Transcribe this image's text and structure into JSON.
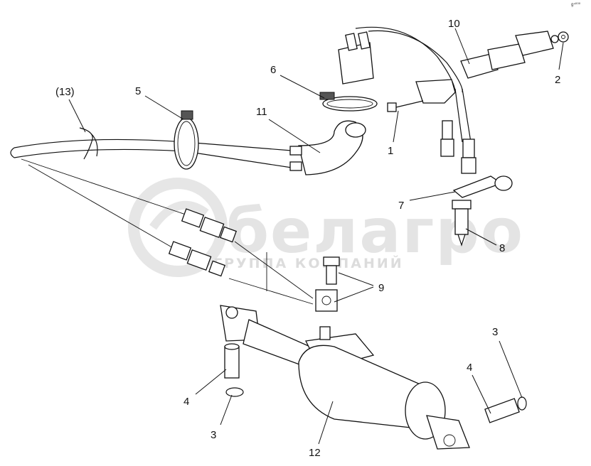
{
  "watermark": {
    "brand": "белагро",
    "tagline": "ГРУППА КОМПАНИЙ"
  },
  "corner_mark": "g⁴⁰⁰⁰",
  "callouts": [
    {
      "id": "c1",
      "label": "1"
    },
    {
      "id": "c2",
      "label": "2"
    },
    {
      "id": "c3a",
      "label": "3"
    },
    {
      "id": "c3b",
      "label": "3"
    },
    {
      "id": "c4a",
      "label": "4"
    },
    {
      "id": "c4b",
      "label": "4"
    },
    {
      "id": "c5",
      "label": "5"
    },
    {
      "id": "c6",
      "label": "6"
    },
    {
      "id": "c7",
      "label": "7"
    },
    {
      "id": "c8",
      "label": "8"
    },
    {
      "id": "c9",
      "label": "9"
    },
    {
      "id": "c10",
      "label": "10"
    },
    {
      "id": "c11",
      "label": "11"
    },
    {
      "id": "c12",
      "label": "12"
    },
    {
      "id": "c13",
      "label": "(13)"
    }
  ]
}
